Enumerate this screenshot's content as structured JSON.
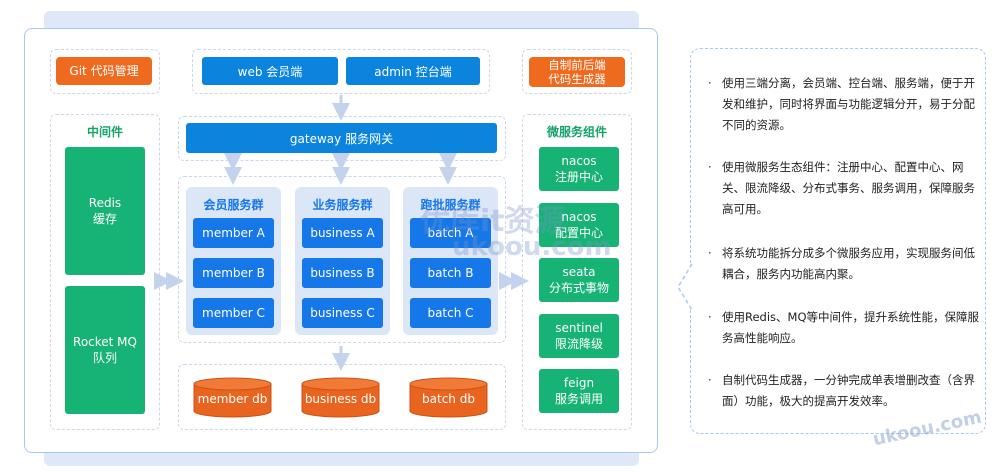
{
  "top": {
    "git": "Git 代码管理",
    "web": "web 会员端",
    "admin": "admin 控台端",
    "generator": "自制前后端\n代码生成器"
  },
  "gateway": "gateway 服务网关",
  "middleware": {
    "title": "中间件",
    "redis": "Redis\n缓存",
    "mq": "Rocket MQ\n队列"
  },
  "groups": [
    {
      "title": "会员服务群",
      "items": [
        "member A",
        "member B",
        "member C"
      ]
    },
    {
      "title": "业务服务群",
      "items": [
        "business A",
        "business B",
        "business C"
      ]
    },
    {
      "title": "跑批服务群",
      "items": [
        "batch A",
        "batch B",
        "batch C"
      ]
    }
  ],
  "dbs": [
    "member db",
    "business db",
    "batch db"
  ],
  "micro": {
    "title": "微服务组件",
    "items": [
      "nacos\n注册中心",
      "nacos\n配置中心",
      "seata\n分布式事物",
      "sentinel\n限流降级",
      "feign\n服务调用"
    ]
  },
  "notes": [
    "使用三端分离，会员端、控台端、服务端，便于开发和维护，同时将界面与功能逻辑分开，易于分配不同的资源。",
    "使用微服务生态组件：注册中心、配置中心、网关、限流降级、分布式事务、服务调用，保障服务高可用。",
    "将系统功能拆分成多个微服务应用，实现服务间低耦合，服务内功能高内聚。",
    "使用Redis、MQ等中间件，提升系统性能，保障服务高性能响应。",
    "自制代码生成器，一分钟完成单表增删改查（含界面）功能，极大的提高开发效率。"
  ],
  "watermarks": [
    "优库it资源",
    "ukoou.com",
    "ukoou.com"
  ],
  "colors": {
    "orange": "#ee6a1f",
    "blue": "#0a84dd",
    "green": "#16b374",
    "panel_border": "#a9c8f0"
  }
}
